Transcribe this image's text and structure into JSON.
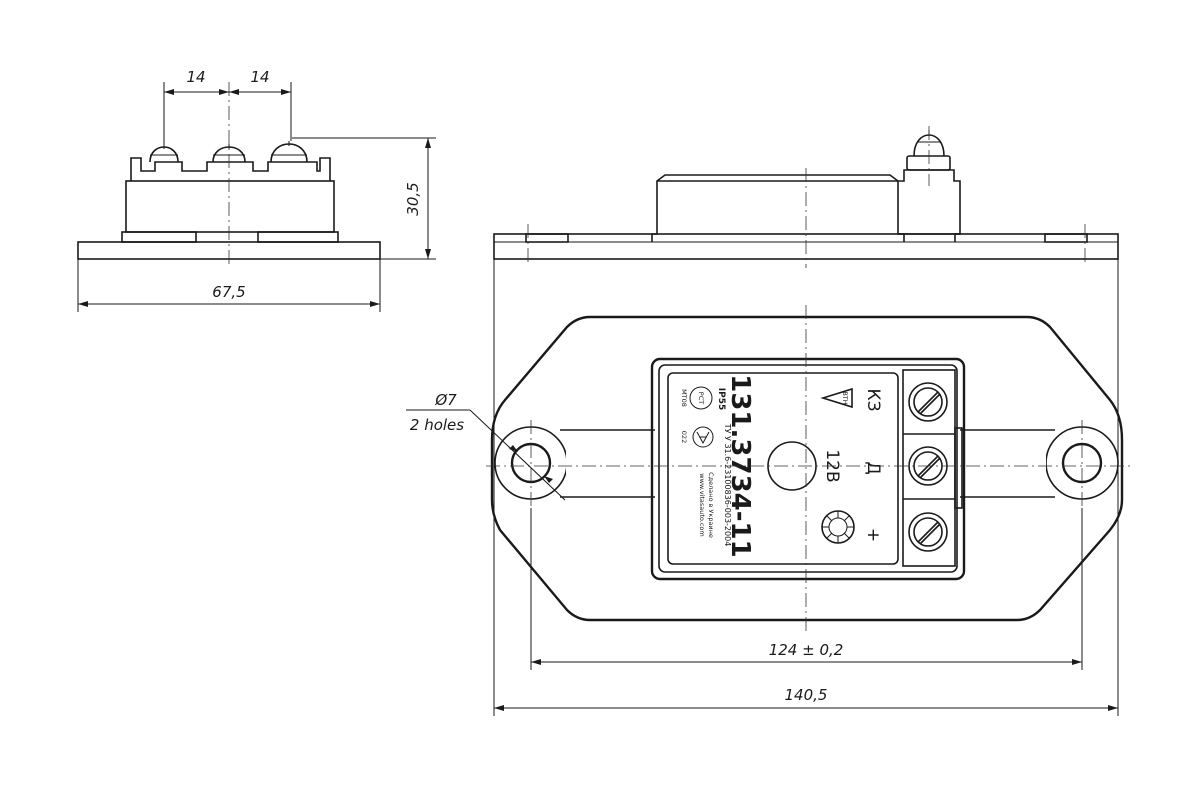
{
  "dimensions": {
    "pitch_left": "14",
    "pitch_right": "14",
    "height": "30,5",
    "width_side": "67,5",
    "hole_diameter": "Ø7",
    "hole_count": "2 holes",
    "hole_spacing": "124 ± 0,2",
    "overall_length": "140,5"
  },
  "label": {
    "part_number": "131.3734-11",
    "voltage": "12В",
    "terminal_kz": "КЗ",
    "terminal_d": "Д",
    "terminal_plus": "+",
    "ip_rating": "IP55",
    "tu": "ТУ У 31.6-23100836-003-2004",
    "made_in": "Сделано в Украине",
    "website": "www.vitasauto.com",
    "mark_rst": "РСТ",
    "mark_mt08": "МТ08",
    "mark_022": "022",
    "vtn_mark": "ВТН"
  }
}
